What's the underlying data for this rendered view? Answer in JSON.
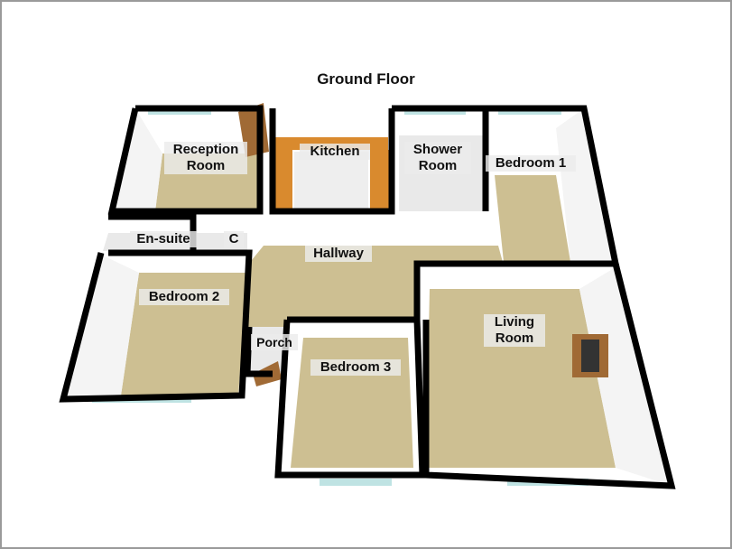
{
  "title": "Ground Floor",
  "rooms": {
    "reception": "Reception\nRoom",
    "kitchen": "Kitchen",
    "shower": "Shower\nRoom",
    "bedroom1": "Bedroom 1",
    "ensuite": "En-suite",
    "cupboard": "C",
    "hallway": "Hallway",
    "bedroom2": "Bedroom 2",
    "living": "Living\nRoom",
    "porch": "Porch",
    "bedroom3": "Bedroom 3"
  },
  "colors": {
    "carpet": "#cdbf92",
    "wall_top": "#000000",
    "wall_face": "#ffffff",
    "kitchen_counter": "#d98a2e",
    "tile": "#eeeeee",
    "window": "#bfe3e3",
    "door": "#a06a35"
  }
}
